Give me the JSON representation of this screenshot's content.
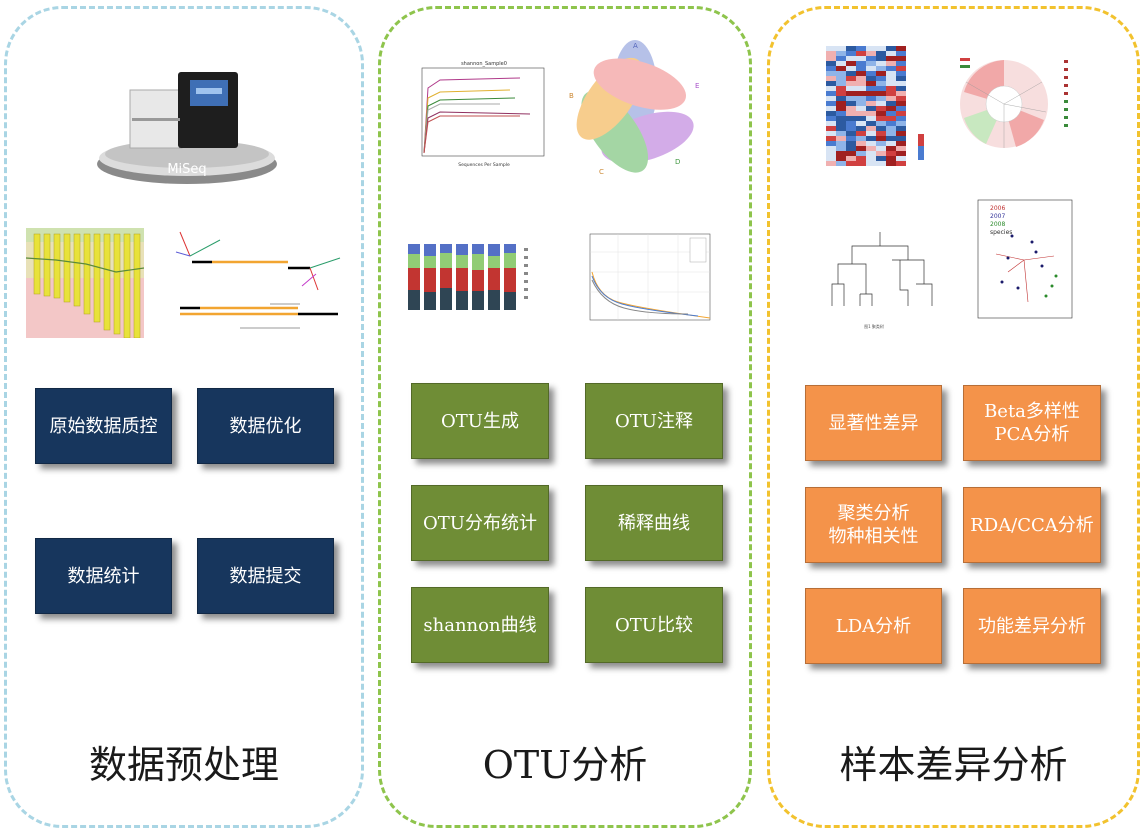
{
  "panels": {
    "preprocess": {
      "title": "数据预处理",
      "instrument_label": "MiSeq",
      "buttons": [
        "原始数据质控",
        "数据优化",
        "数据统计",
        "数据提交"
      ]
    },
    "otu": {
      "title": "OTU分析",
      "shannon_chart_title": "shannon_Sample0",
      "venn_labels": [
        "A",
        "B",
        "C",
        "D",
        "E"
      ],
      "buttons": [
        "OTU生成",
        "OTU注释",
        "OTU分布统计",
        "稀释曲线",
        "shannon曲线",
        "OTU比较"
      ]
    },
    "diff": {
      "title": "样本差异分析",
      "pca_legend": [
        "2006",
        "2007",
        "2008",
        "species"
      ],
      "buttons": [
        "显著性差异",
        "Beta多样性\nPCA分析",
        "聚类分析\n物种相关性",
        "RDA/CCA分析",
        "LDA分析",
        "功能差异分析"
      ]
    }
  },
  "colors": {
    "preprocess_border": "#a9d5e4",
    "otu_border": "#8ec44c",
    "diff_border": "#f2c22e",
    "navy": "#17365d",
    "olive": "#6f8d36",
    "orange": "#f4934a"
  }
}
